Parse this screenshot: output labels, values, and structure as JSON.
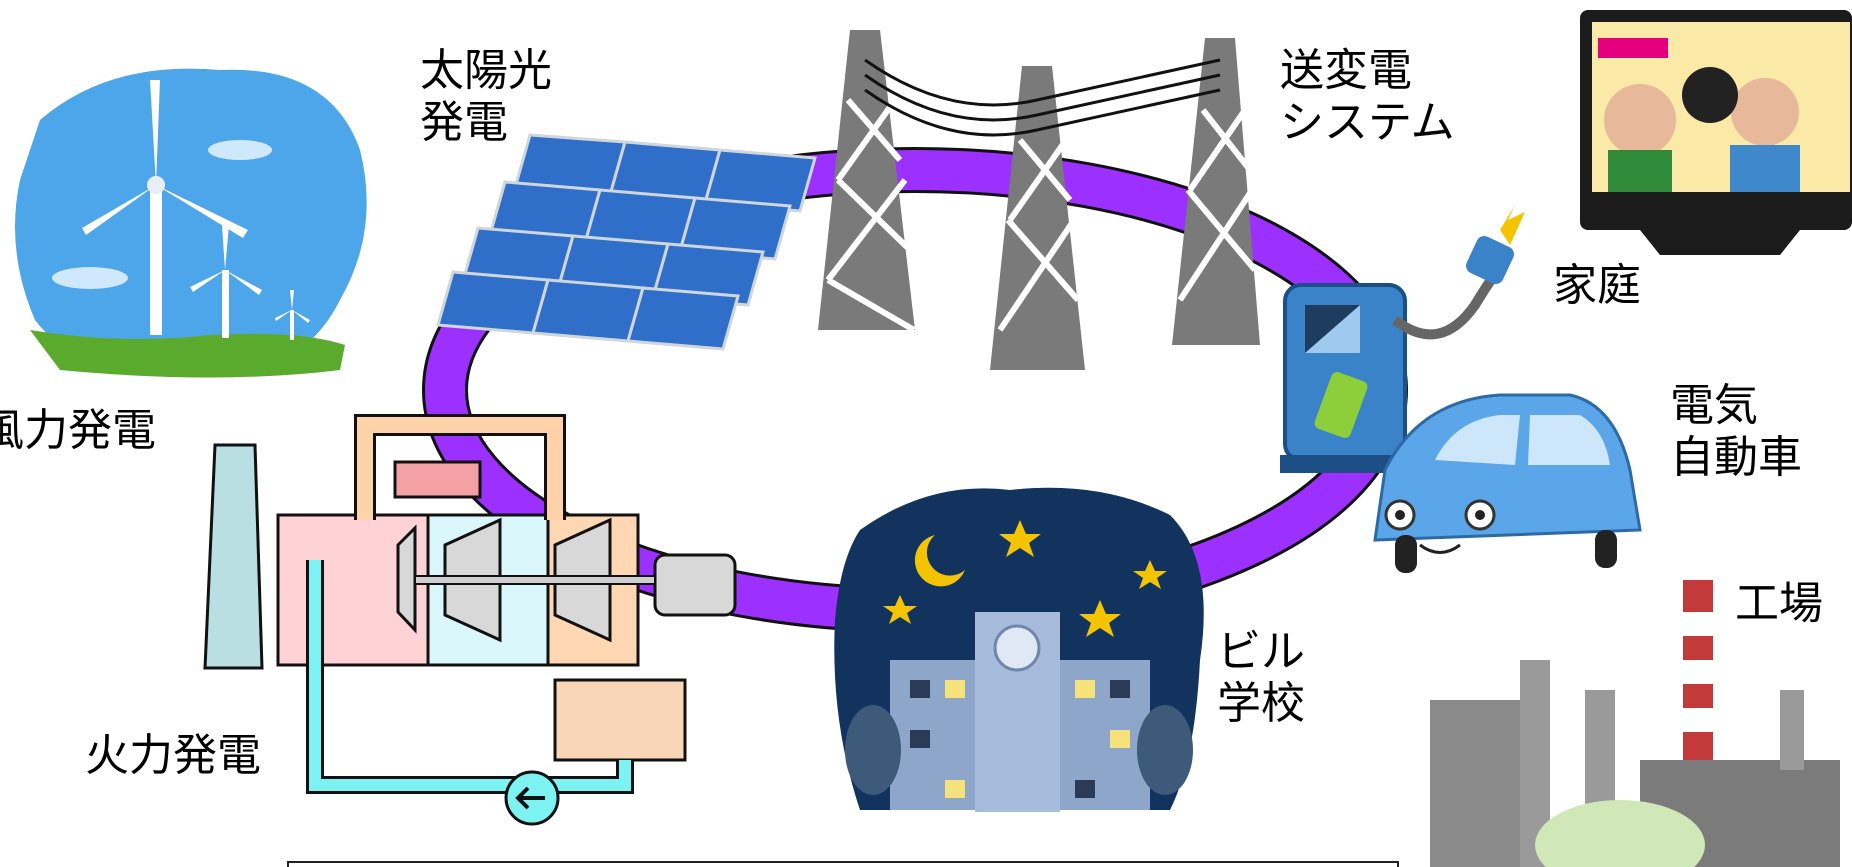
{
  "labels": {
    "wind": "風力発電",
    "solar_line1": "太陽光",
    "solar_line2": "発電",
    "grid_line1": "送変電",
    "grid_line2": "システム",
    "home": "家庭",
    "ev_line1": "電気",
    "ev_line2": "自動車",
    "factory": "工場",
    "building_line1": "ビル",
    "building_line2": "学校",
    "thermal": "火力発電"
  },
  "colors": {
    "ring": "#9b30ff",
    "sky": "#4a9ee6",
    "night": "#11335e",
    "panel": "#2f6fc9",
    "tower": "#7a7a7a",
    "car": "#5aa6e8"
  }
}
